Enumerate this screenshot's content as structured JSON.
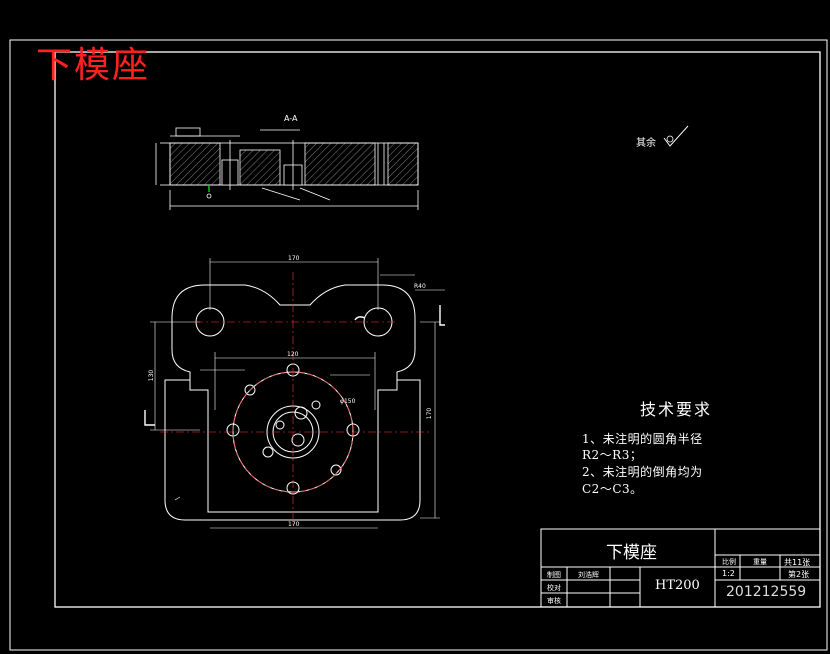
{
  "drawing_title": "下模座",
  "section_label": "A-A",
  "roughness_note": "其余",
  "tech_requirements": {
    "heading": "技术要求",
    "line1": "1、未注明的圆角半径",
    "line2": "R2～R3；",
    "line3": "2、未注明的倒角均为",
    "line4": "C2～C3。"
  },
  "title_block": {
    "part_name": "下模座",
    "material": "HT200",
    "drawing_number": "201212559",
    "scale_label": "比例",
    "scale_value": "1:2",
    "weight_label": "重量",
    "sheet_total": "共11张",
    "sheet_no": "第2张",
    "row_designed": "制图",
    "designer": "刘浩辉",
    "row_checked": "校对",
    "row_approved": "审核"
  },
  "dimensions": {
    "top_width": "170",
    "bottom_width": "170",
    "right_height": "170",
    "left_height": "130",
    "bolt_circle": "φ150",
    "radius_r": "R40",
    "center_span": "120"
  },
  "colors": {
    "line": "#ffffff",
    "accent_red": "#ff2020",
    "center_line": "#ff3030",
    "hatch": "#ffffff",
    "green_mark": "#00cc00"
  }
}
